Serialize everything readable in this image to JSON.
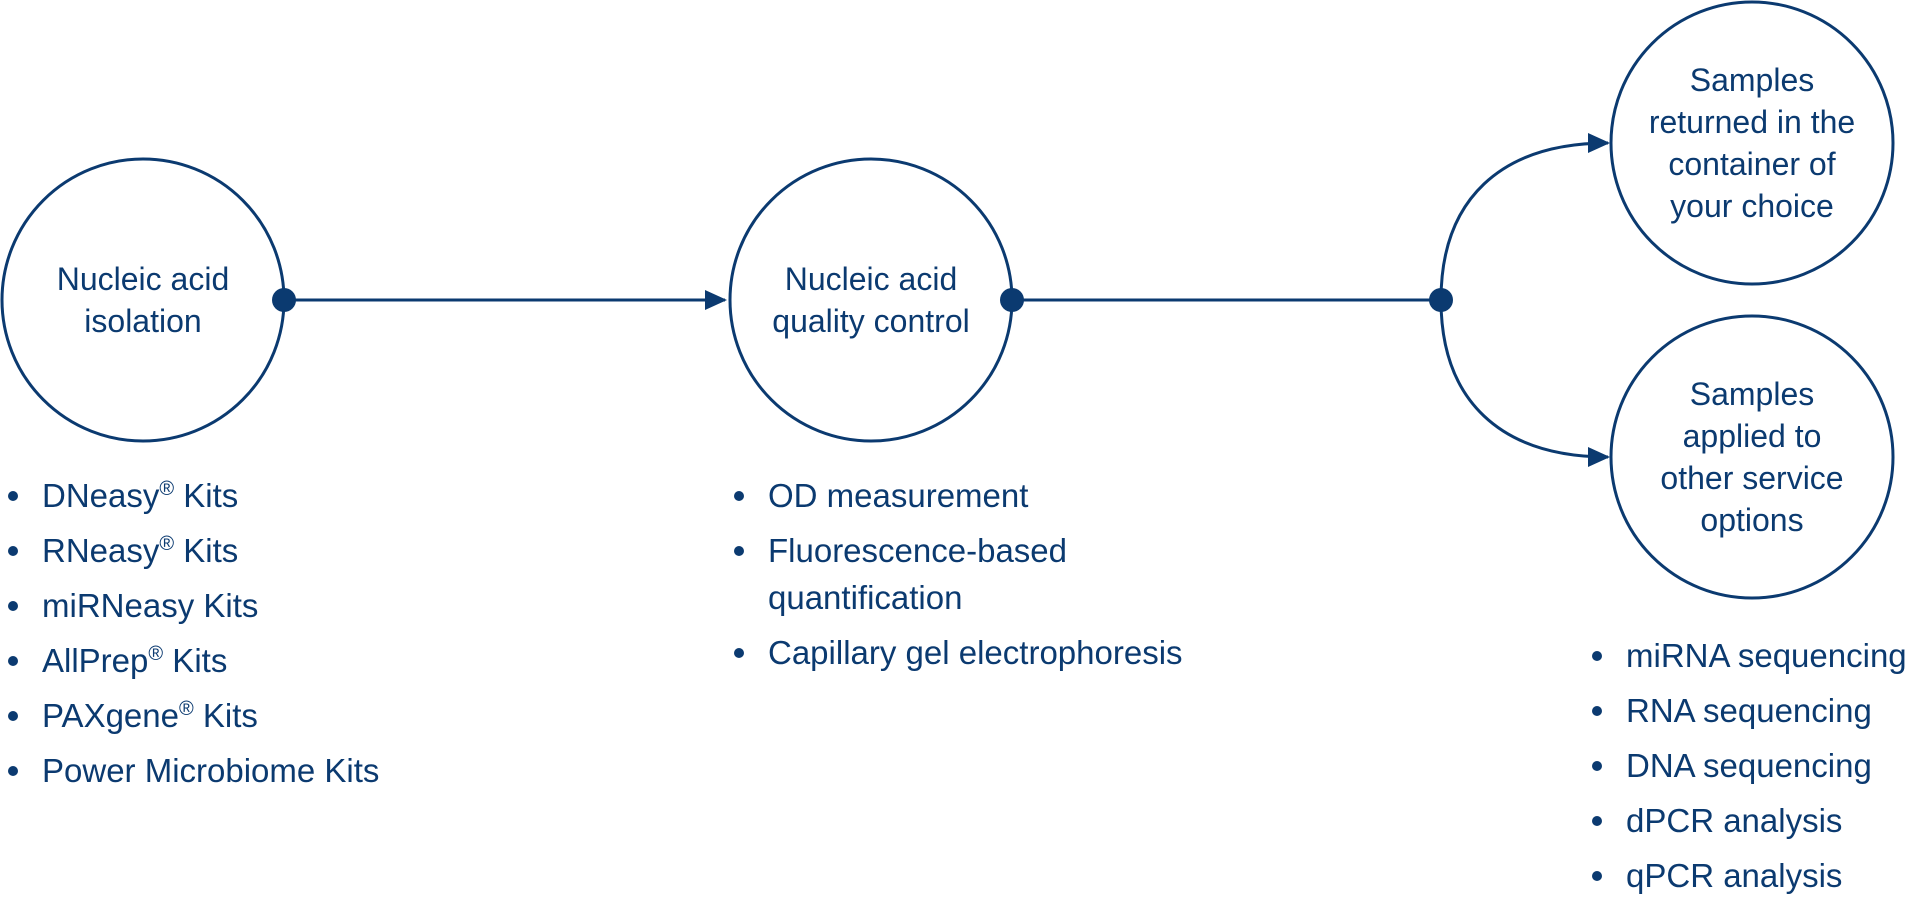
{
  "colors": {
    "primary": "#0b3a70",
    "background": "#ffffff"
  },
  "nodes": {
    "isolation": "Nucleic acid\nisolation",
    "quality_control": "Nucleic acid\nquality control",
    "returned": "Samples\nreturned in the\ncontainer of\nyour choice",
    "applied": "Samples\napplied to\nother service\noptions"
  },
  "isolation_list": [
    {
      "text": "DNeasy",
      "reg": "®",
      "suffix": " Kits"
    },
    {
      "text": "RNeasy",
      "reg": "®",
      "suffix": " Kits"
    },
    {
      "text": "miRNeasy Kits",
      "reg": "",
      "suffix": ""
    },
    {
      "text": "AllPrep",
      "reg": "®",
      "suffix": " Kits"
    },
    {
      "text": "PAXgene",
      "reg": "®",
      "suffix": " Kits"
    },
    {
      "text": "Power Microbiome Kits",
      "reg": "",
      "suffix": ""
    }
  ],
  "qc_list": [
    "OD measurement",
    "Fluorescence-based\nquantification",
    "Capillary gel electrophoresis"
  ],
  "service_list": [
    "miRNA sequencing",
    "RNA sequencing",
    "DNA sequencing",
    "dPCR analysis",
    "qPCR analysis"
  ]
}
